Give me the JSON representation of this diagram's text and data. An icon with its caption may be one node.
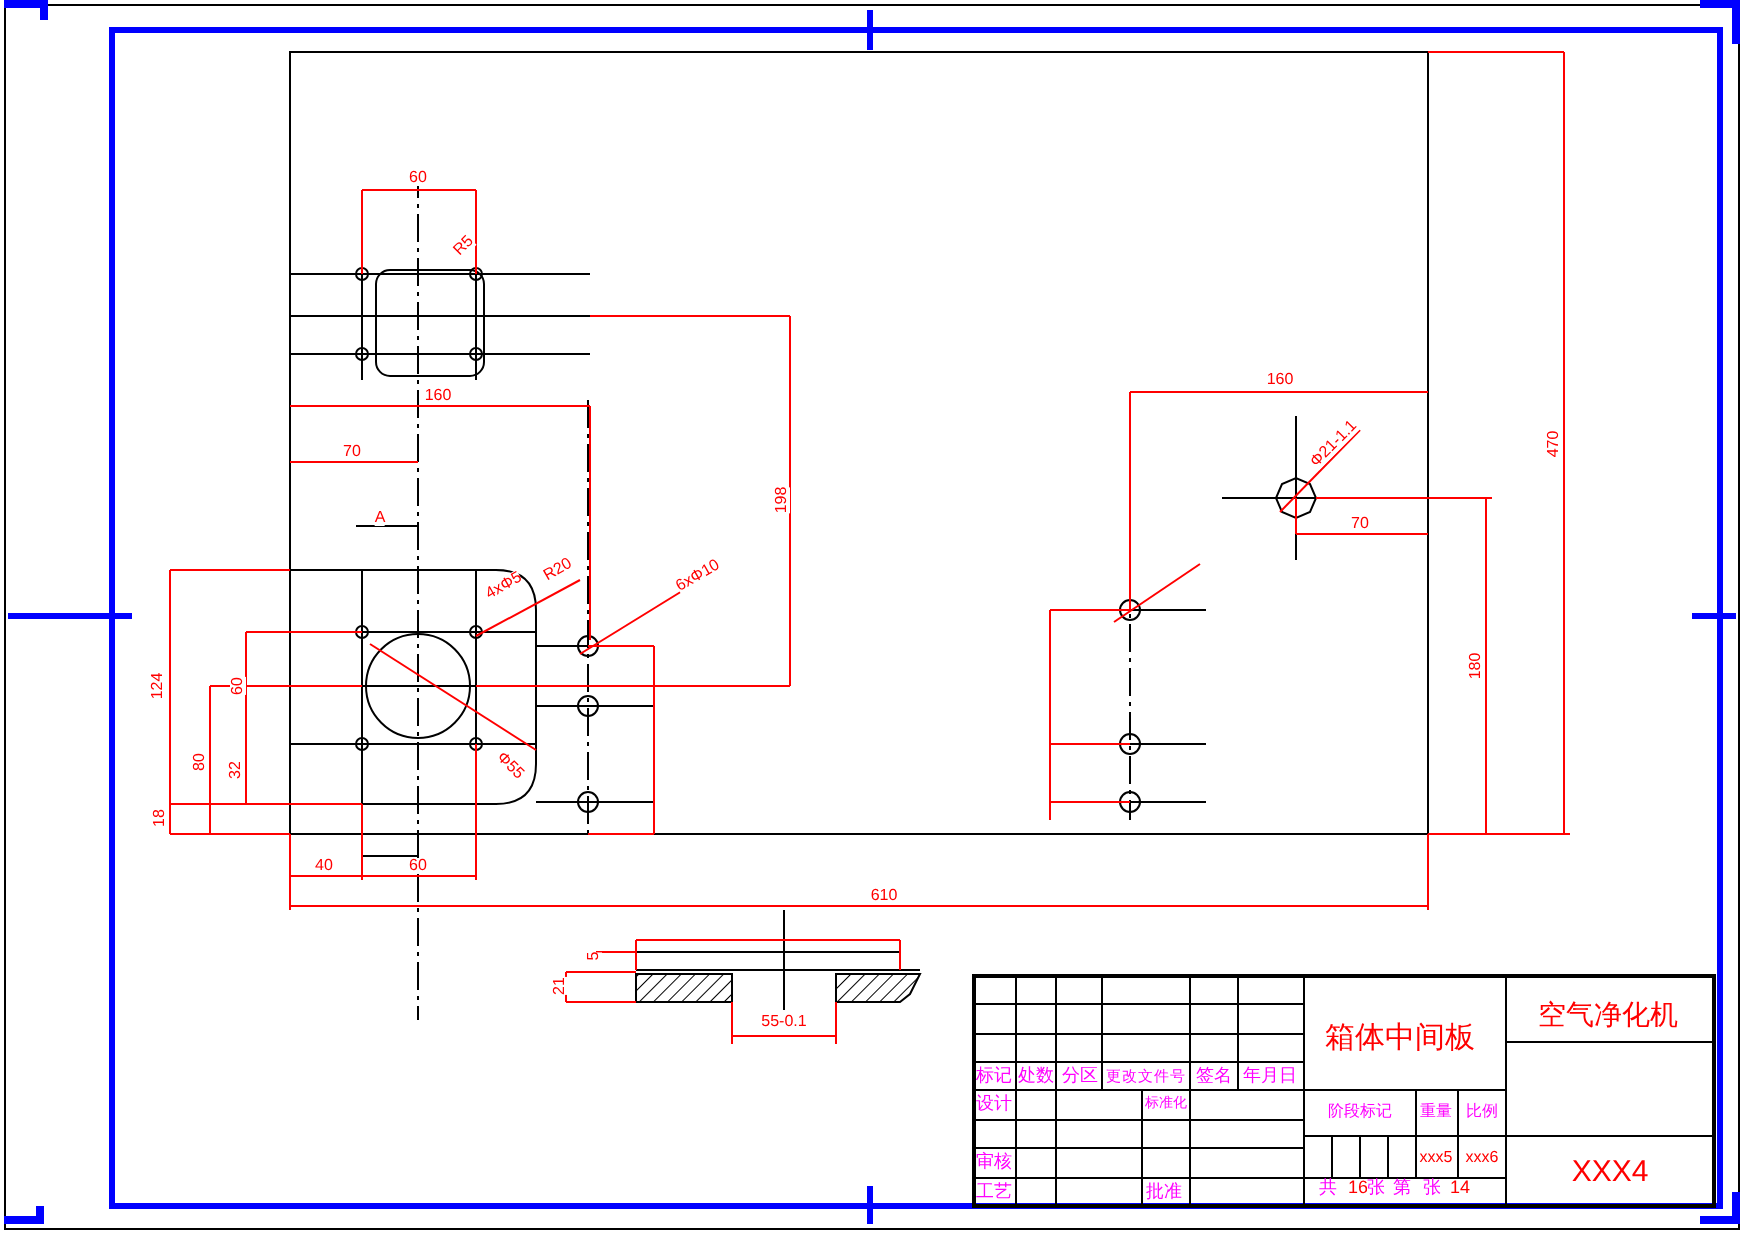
{
  "diagram": {
    "labels": [
      "60",
      "R5",
      "160",
      "70",
      "A",
      "198",
      "4xΦ5",
      "R20",
      "6xΦ10",
      "124",
      "60",
      "80",
      "32",
      "18",
      "Φ55",
      "40",
      "60",
      "610",
      "160",
      "Φ21-1.1",
      "70",
      "180",
      "470",
      "5",
      "21",
      "55-0.1",
      "箱体中间板",
      "空气净化机",
      "标记",
      "处数",
      "分区",
      "更改文件号",
      "签名",
      "年月日",
      "设计",
      "标准化",
      "阶段标记",
      "重量",
      "比例",
      "审核",
      "xxx5",
      "xxx6",
      "XXX4",
      "工艺",
      "批准",
      "共",
      "16",
      "张",
      "第",
      "张",
      "14"
    ]
  }
}
